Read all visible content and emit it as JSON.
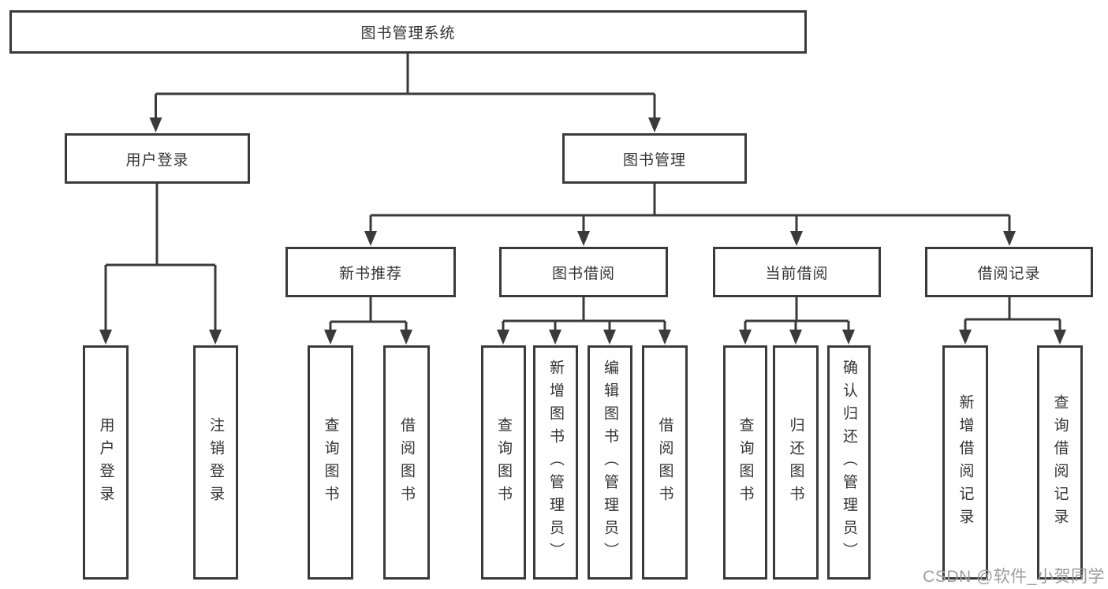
{
  "diagram": {
    "type": "hierarchy-tree",
    "colors": {
      "line": "#3a3a3a",
      "box_border": "#3a3a3a",
      "box_bg": "#ffffff",
      "text": "#333333",
      "watermark": "#9c9ca0"
    },
    "watermark": "CSDN @软件_小贺同学",
    "tree": {
      "label": "图书管理系统",
      "children": [
        {
          "label": "用户登录",
          "children": [
            {
              "label": "用户登录"
            },
            {
              "label": "注销登录"
            }
          ]
        },
        {
          "label": "图书管理",
          "children": [
            {
              "label": "新书推荐",
              "children": [
                {
                  "label": "查询图书"
                },
                {
                  "label": "借阅图书"
                }
              ]
            },
            {
              "label": "图书借阅",
              "children": [
                {
                  "label": "查询图书"
                },
                {
                  "label": "新增图书（管理员）"
                },
                {
                  "label": "编辑图书（管理员）"
                },
                {
                  "label": "借阅图书"
                }
              ]
            },
            {
              "label": "当前借阅",
              "children": [
                {
                  "label": "查询图书"
                },
                {
                  "label": "归还图书"
                },
                {
                  "label": "确认归还（管理员）"
                }
              ]
            },
            {
              "label": "借阅记录",
              "children": [
                {
                  "label": "新增借阅记录"
                },
                {
                  "label": "查询借阅记录"
                }
              ]
            }
          ]
        }
      ]
    }
  }
}
